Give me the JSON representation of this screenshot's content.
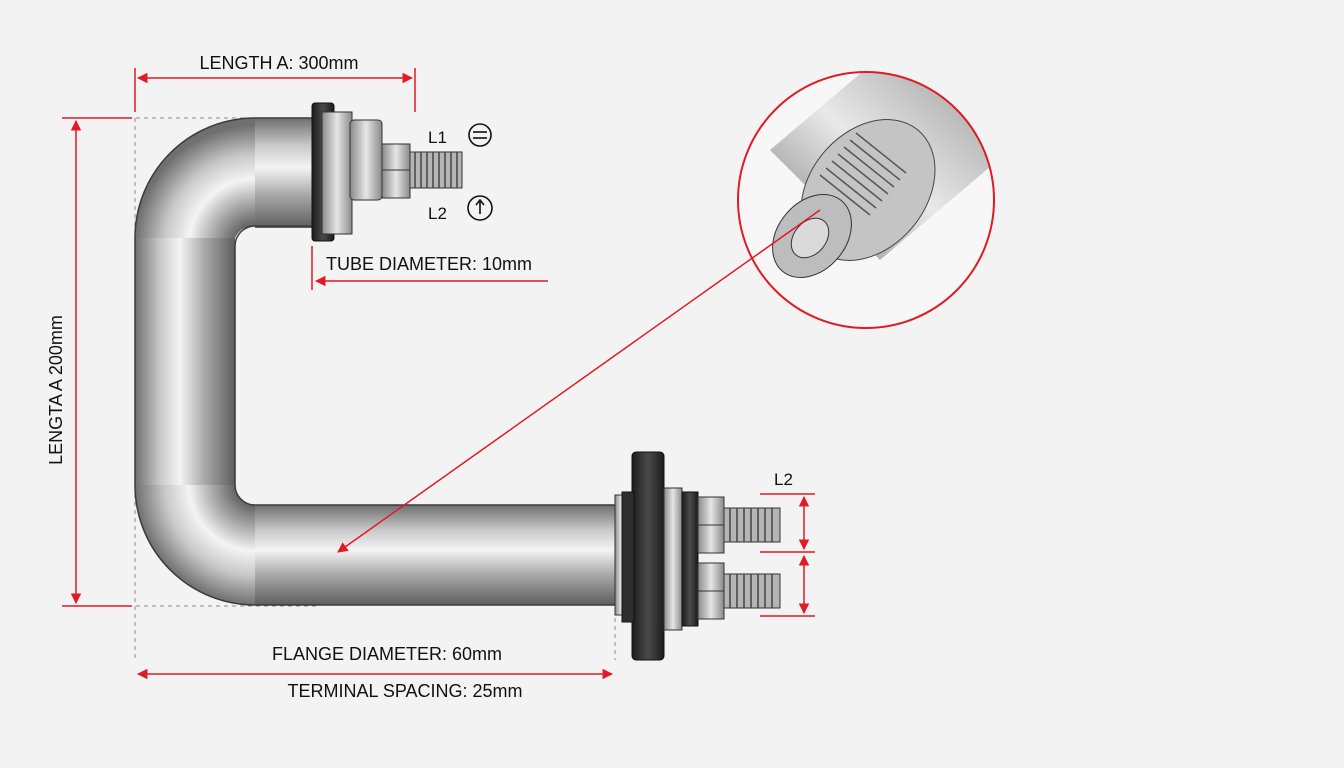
{
  "labels": {
    "length_top": "LENGTH A: 300mm",
    "length_side": "LENGTA A 200mm",
    "tube_diameter": "TUBE DIAMETER: 10mm",
    "flange_diameter": "FLANGE DIAMETER: 60mm",
    "terminal_spacing": "TERMINAL SPACING: 25mm",
    "terminal_top_1": "L1",
    "terminal_top_2": "L2",
    "terminal_bottom": "L2"
  },
  "colors": {
    "dimension_line": "#e01b24",
    "tube_metal": "#b8b8b8",
    "flange": "#2b2b2b",
    "background": "#f3f3f3"
  }
}
